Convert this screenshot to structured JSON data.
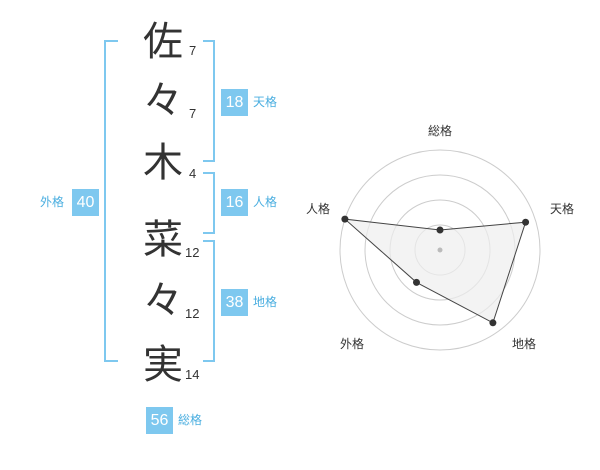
{
  "name": {
    "chars": [
      {
        "char": "佐",
        "strokes": "7"
      },
      {
        "char": "々",
        "strokes": "7"
      },
      {
        "char": "木",
        "strokes": "4"
      },
      {
        "char": "菜",
        "strokes": "12"
      },
      {
        "char": "々",
        "strokes": "12"
      },
      {
        "char": "実",
        "strokes": "14"
      }
    ]
  },
  "kakusu": {
    "tenkaku": {
      "value": "18",
      "label": "天格"
    },
    "jinkaku": {
      "value": "16",
      "label": "人格"
    },
    "chikaku": {
      "value": "38",
      "label": "地格"
    },
    "gaikaku": {
      "value": "40",
      "label": "外格"
    },
    "soukaku": {
      "value": "56",
      "label": "総格"
    }
  },
  "chart_data": {
    "type": "radar",
    "axes": [
      "総格",
      "天格",
      "地格",
      "外格",
      "人格"
    ],
    "values": [
      0.2,
      0.9,
      0.9,
      0.4,
      1.0
    ],
    "scale": [
      0,
      1
    ],
    "rings": 4,
    "colors": {
      "fill": "#eeeeee",
      "line": "#444444",
      "point": "#333333",
      "grid": "#cccccc"
    }
  },
  "colors": {
    "accent": "#7ec8ef",
    "label": "#4aaee0"
  }
}
